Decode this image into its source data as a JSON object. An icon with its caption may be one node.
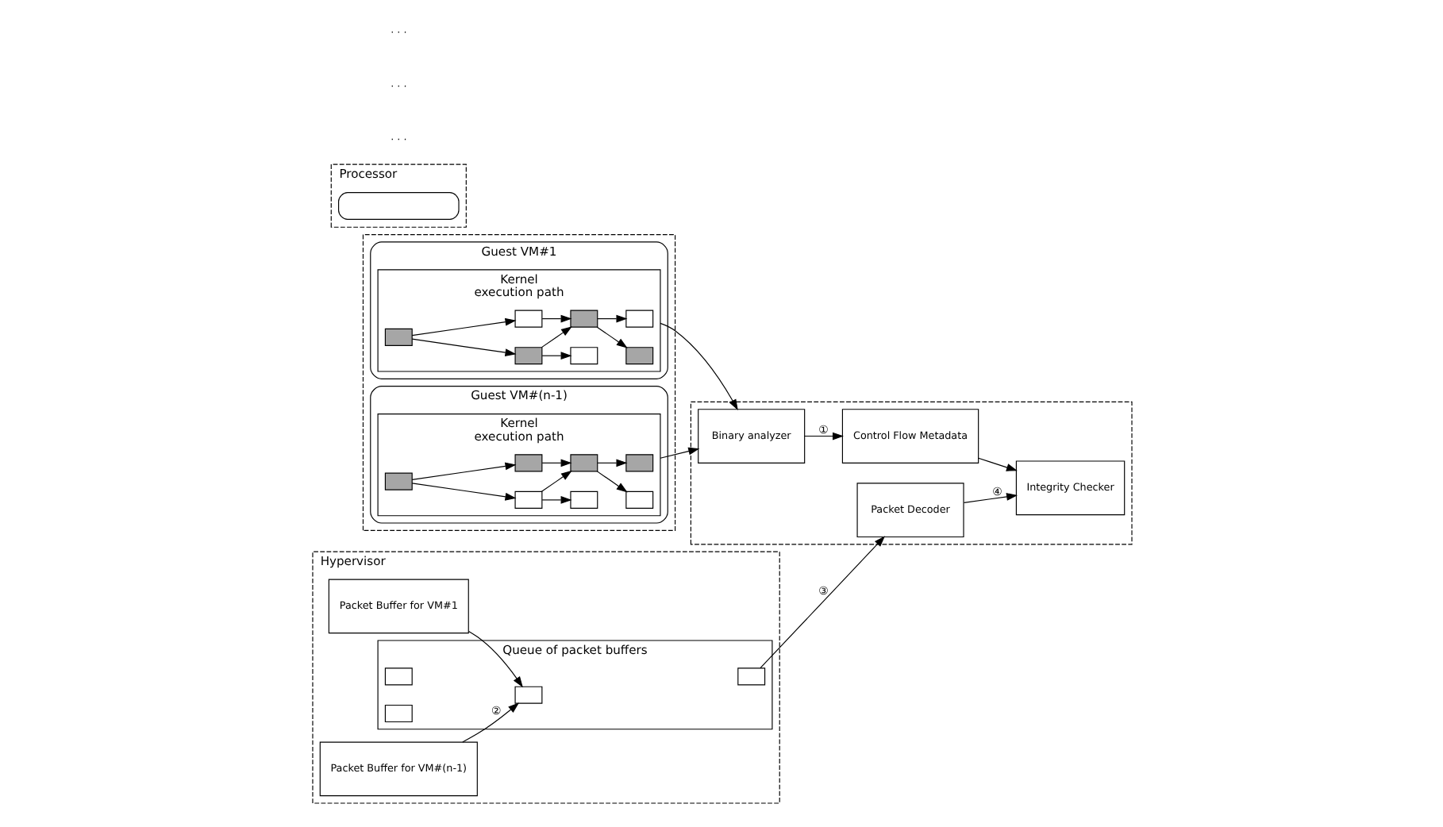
{
  "diagram": {
    "nodes": [
      {
        "text": [],
        "shape": "box"
      },
      {
        "text": [
          "Guest VM#1"
        ],
        "in": 0
      },
      {
        "text": [
          "Kernel",
          "execution path"
        ],
        "in": 1
      },
      {
        "text": [],
        "shape": "box",
        "in": 2
      },
      {
        "text": [],
        "shape": "box",
        "in": 2
      },
      {
        "text": [],
        "shape": "box",
        "in": 2
      },
      {
        "text": [],
        "shape": "box",
        "in": 2
      },
      {
        "text": [],
        "shape": "box",
        "in": 2
      },
      {
        "text": [],
        "shape": "box",
        "in": 2
      },
      {
        "text": [],
        "shape": "box",
        "in": 2
      },
      {
        "text": [
          "Guest VM#(n-1)"
        ],
        "in": 0
      },
      {
        "text": [
          "Kernel",
          "execution path"
        ],
        "in": 10
      },
      {
        "text": [],
        "shape": "box",
        "in": 11
      },
      {
        "text": [],
        "shape": "box",
        "in": 11
      },
      {
        "text": [],
        "shape": "box",
        "in": 11
      },
      {
        "text": [],
        "shape": "box",
        "in": 11
      },
      {
        "text": [],
        "shape": "box",
        "in": 11
      },
      {
        "text": [],
        "shape": "box",
        "in": 11
      },
      {
        "text": [],
        "shape": "box",
        "in": 11
      },
      {
        "text": [],
        "shape": "box"
      },
      {
        "text": [
          "Binary analyzer"
        ],
        "in": 19
      },
      {
        "text": [
          "Integrity Checker"
        ],
        "in": 19
      },
      {
        "text": [
          "Control Flow Metadata"
        ],
        "in": 19
      },
      {
        "text": [
          "Packet Decoder"
        ],
        "in": 19
      },
      {
        "text": [
          "Hypervisor"
        ]
      },
      {
        "text": [
          "Packet Buffer for VM#1"
        ],
        "in": 24
      },
      {
        "text": [
          "Packet Buffer for VM#(n-1)"
        ],
        "in": 24
      },
      {
        "text": [
          "Queue of packet buffers"
        ],
        "in": 24
      },
      {
        "text": [],
        "shape": "box",
        "in": 27
      },
      {
        "text": [],
        "shape": "box",
        "in": 27
      },
      {
        "text": [],
        "shape": "box",
        "in": 27
      },
      {
        "text": [],
        "shape": "box",
        "in": 27
      },
      {
        "text": [
          "Processor"
        ]
      },
      {
        "text": [],
        "shape": "box",
        "in": 32
      }
    ],
    "edges": [
      {
        "from": 3,
        "to": 4,
        "arrow": "to"
      },
      {
        "from": 3,
        "to": 5,
        "arrow": "to"
      },
      {
        "from": 4,
        "to": 6,
        "arrow": "to"
      },
      {
        "from": 4,
        "to": 7,
        "arrow": "to"
      },
      {
        "from": 5,
        "to": 7,
        "arrow": "to"
      },
      {
        "from": 7,
        "to": 8,
        "arrow": "to"
      },
      {
        "from": 7,
        "to": 9,
        "arrow": "to"
      },
      {
        "from": 12,
        "to": 13,
        "arrow": "to"
      },
      {
        "from": 12,
        "to": 14,
        "arrow": "to"
      },
      {
        "from": 13,
        "to": 15,
        "arrow": "to"
      },
      {
        "from": 13,
        "to": 16,
        "arrow": "to"
      },
      {
        "from": 14,
        "to": 16,
        "arrow": "to"
      },
      {
        "from": 16,
        "to": 17,
        "arrow": "to"
      },
      {
        "from": 16,
        "to": 18,
        "arrow": "to"
      },
      {
        "from": 2,
        "to": 20,
        "arrow": "to"
      },
      {
        "from": 11,
        "to": 20,
        "arrow": "to"
      },
      {
        "from": 20,
        "to": 22,
        "arrow": "to",
        "label": "①"
      },
      {
        "from": 22,
        "to": 21,
        "arrow": "to"
      },
      {
        "from": 23,
        "to": 21,
        "arrow": "to",
        "label": "④"
      },
      {
        "from": 31,
        "to": 23,
        "arrow": "to",
        "label": "③"
      },
      {
        "from": 25,
        "to": 28,
        "arrow": "to"
      },
      {
        "from": 26,
        "to": 28,
        "arrow": "to",
        "label": "②"
      }
    ],
    "labels": [
      "· · ·",
      "· · ·",
      "· · ·"
    ]
  }
}
